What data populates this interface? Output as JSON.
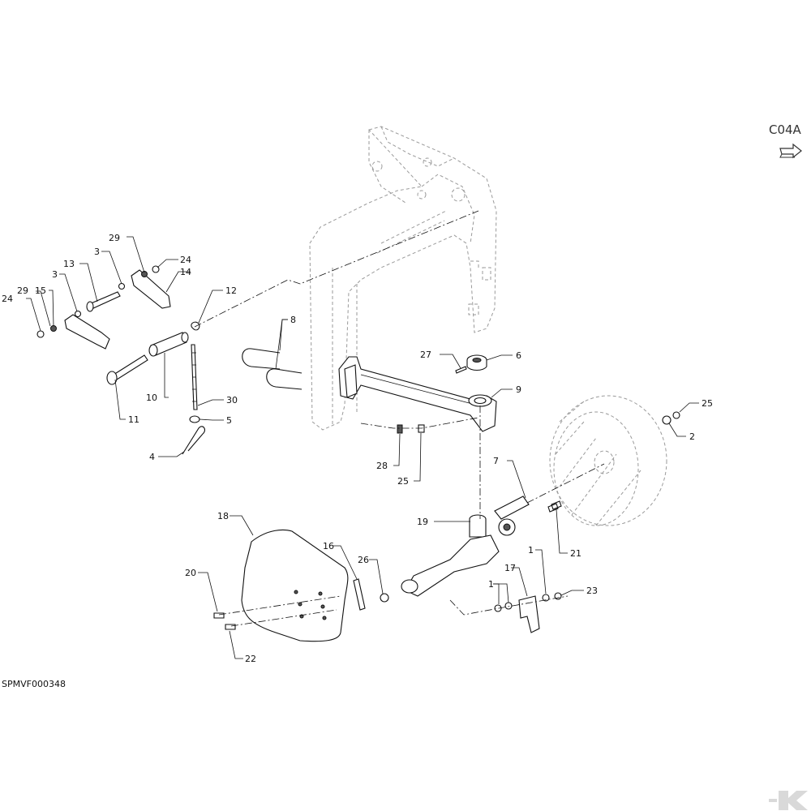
{
  "header": {
    "section_code": "C04A"
  },
  "footer": {
    "drawing_ref": "SPMVF000348"
  },
  "callouts": {
    "c1a": "1",
    "c1b": "1",
    "c2": "2",
    "c3a": "3",
    "c3b": "3",
    "c4": "4",
    "c5": "5",
    "c6": "6",
    "c7": "7",
    "c8": "8",
    "c9": "9",
    "c10": "10",
    "c11": "11",
    "c12": "12",
    "c13": "13",
    "c14": "14",
    "c15": "15",
    "c16": "16",
    "c17": "17",
    "c18": "18",
    "c19": "19",
    "c20": "20",
    "c21": "21",
    "c22": "22",
    "c23": "23",
    "c24a": "24",
    "c24b": "24",
    "c25a": "25",
    "c25b": "25",
    "c26": "26",
    "c27": "27",
    "c28": "28",
    "c29a": "29",
    "c29b": "29",
    "c30": "30"
  },
  "colors": {
    "line": "#111111",
    "ghost_outline": "#9a9a9a",
    "watermark": "#d9d9d9"
  },
  "icons": {
    "page_ref_arrow": "arrow-right-icon",
    "brand_mark": "k-logo-watermark"
  }
}
